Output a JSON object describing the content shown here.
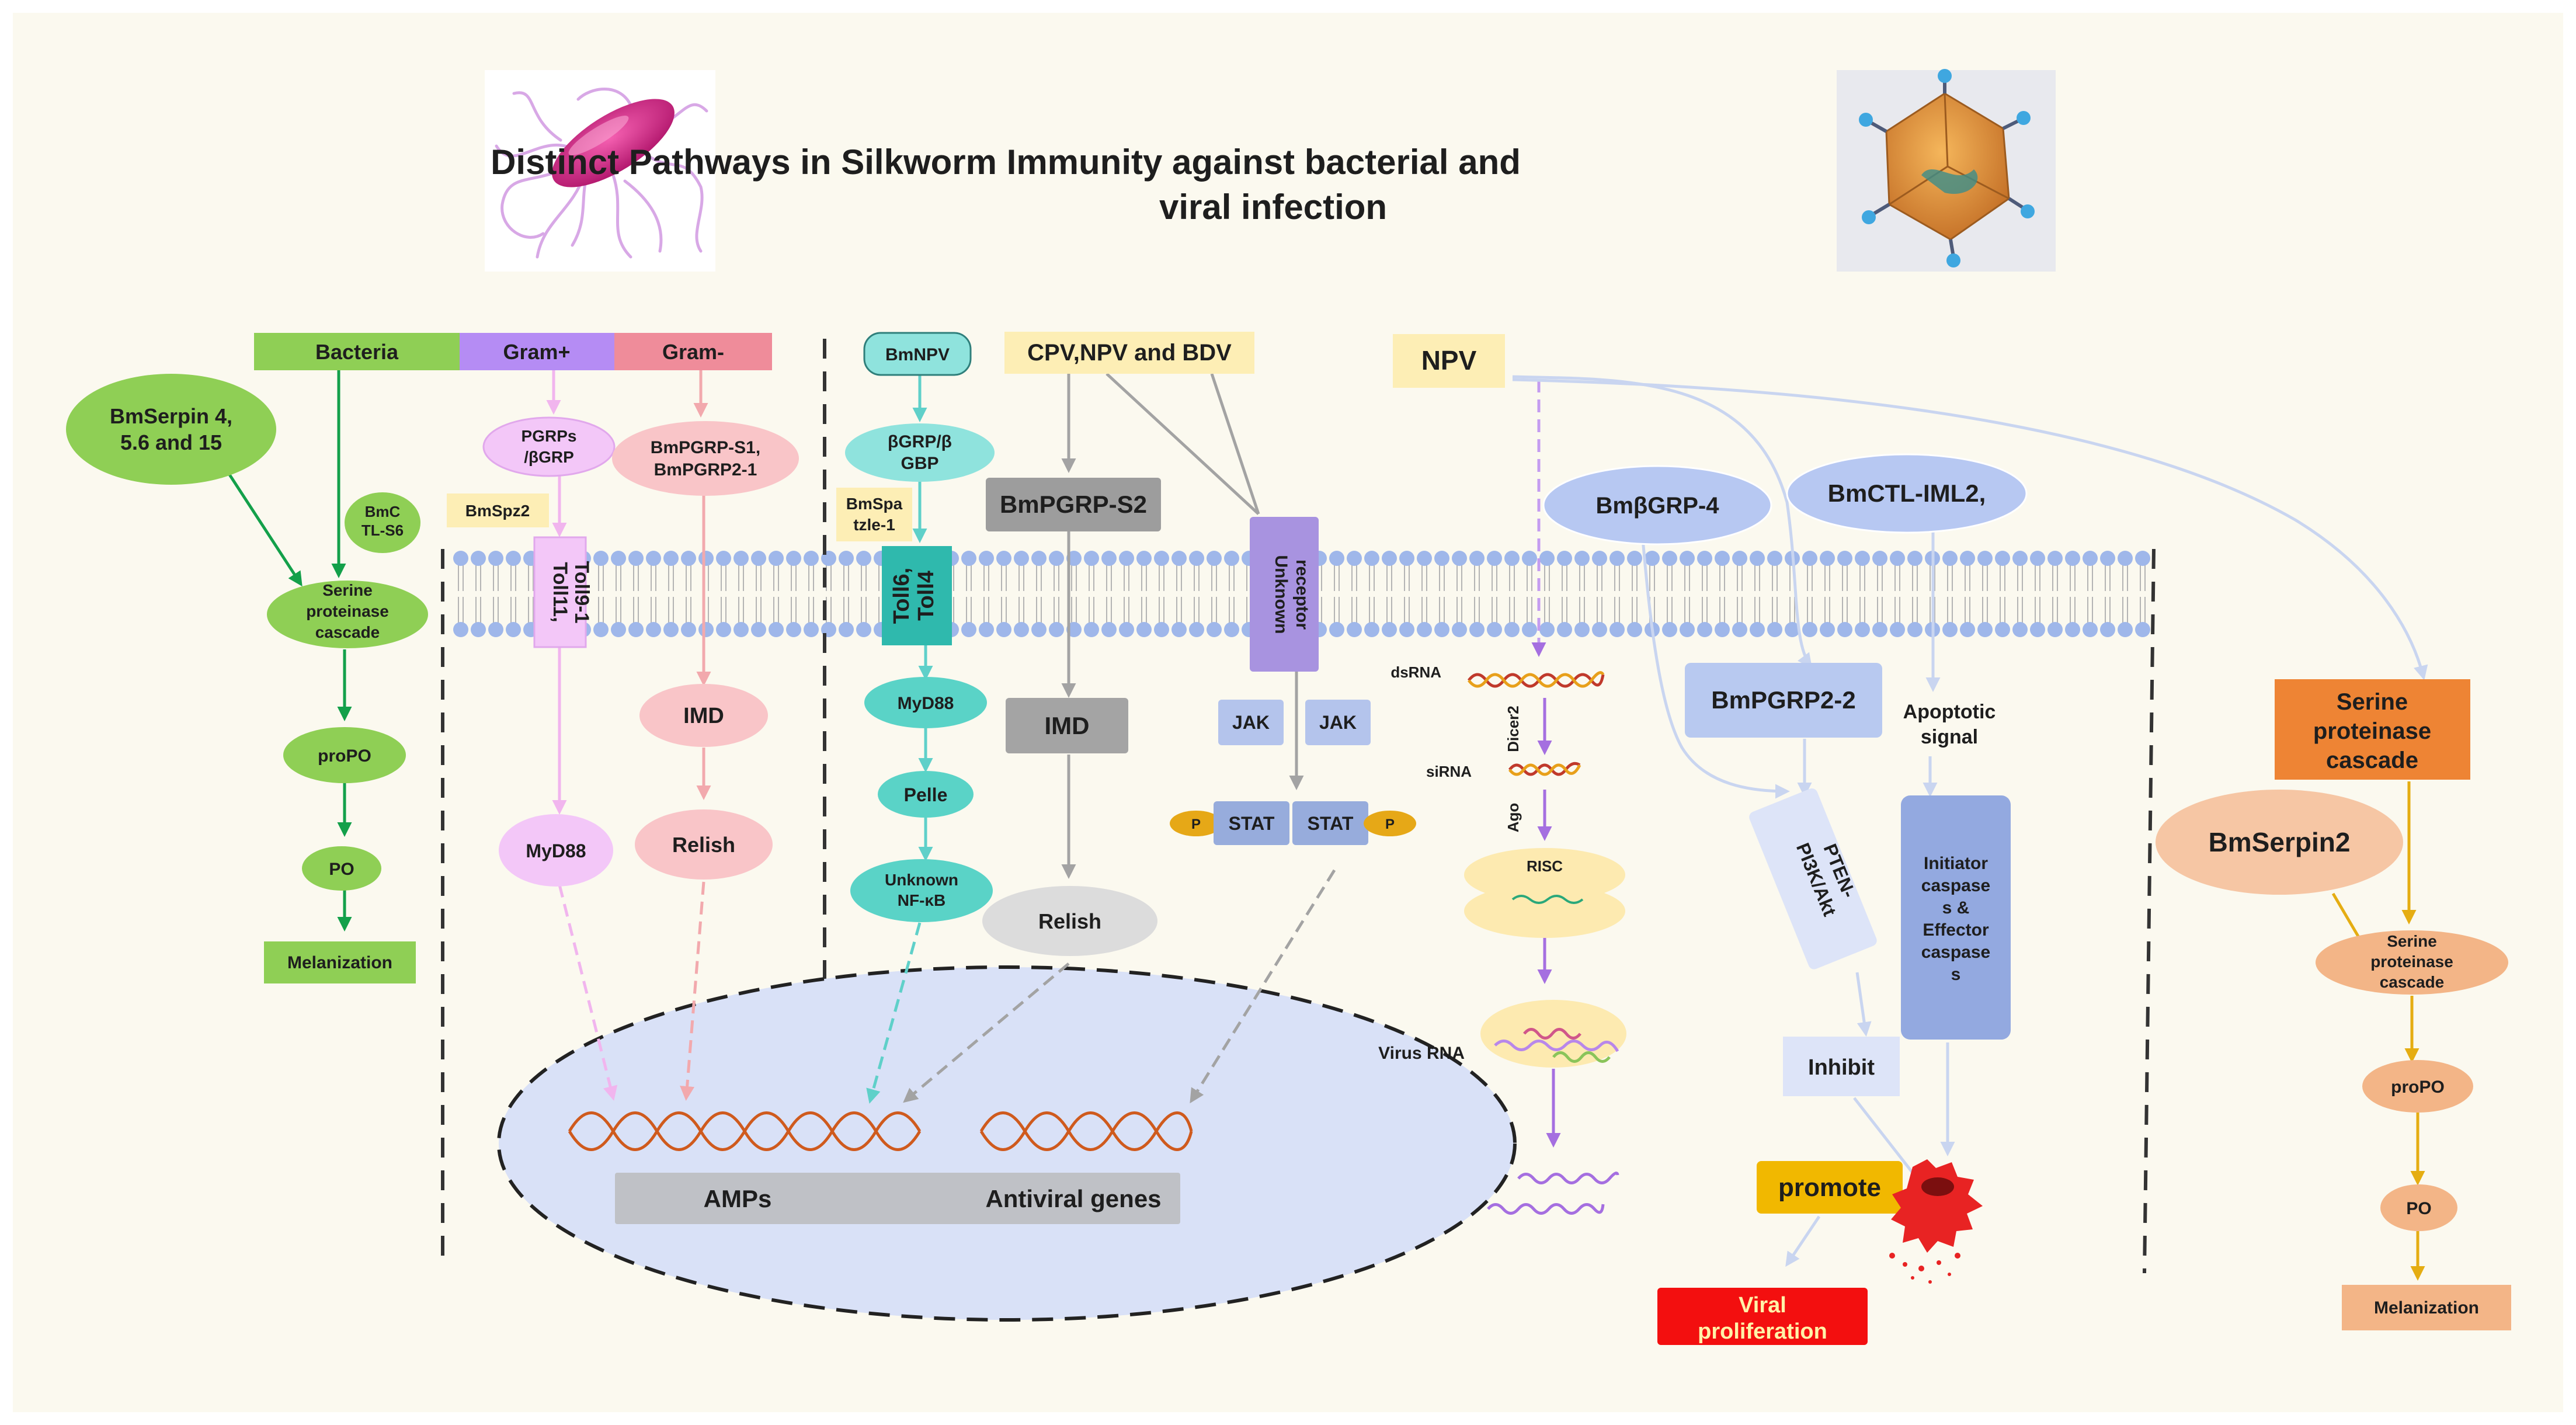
{
  "title": {
    "line1": "Distinct Pathways in Silkworm Immunity against bacterial and",
    "line2": "viral infection"
  },
  "colors": {
    "background": "#fbf9ef",
    "membrane_head": "#9fb7ea",
    "bacteria_green": "#8fcf55",
    "gram_pos_purple": "#b58cf4",
    "gram_neg_pink": "#ef8c9a",
    "toll_teal": "#5ad3c7",
    "imd_grey": "#a4a4a4",
    "receptor_purple": "#a893e0",
    "jak_blue": "#b4c4ec",
    "stat_blue": "#97acdc",
    "p_gold": "#e6a817",
    "pgrp22_blue": "#b8c9f0",
    "caspase_blue": "#93a9e0",
    "serine_orange": "#ee8434",
    "serpin2_peach": "#f6c6a4",
    "melanization_orange": "#f3b587",
    "promote_gold": "#f1b800",
    "viral_red": "#f30f0f",
    "nucleus_blue": "#d9e1f7",
    "gene_helix": "#cf5a1d",
    "bacteria_arrow": "#13a04a",
    "gram_pos_arrow": "#f1b5ee",
    "gram_neg_arrow": "#f2a9ad",
    "toll_arrow": "#5fd0c9",
    "grey_arrow": "#a3a3a3",
    "rna_purple": "#a56fe0",
    "pale_blue_line": "#c9d5f0",
    "serine_arrow": "#e5ad12"
  },
  "images": {
    "bacterium": "bacterium-illustration",
    "virus": "virus-illustration"
  },
  "bacterial": {
    "bacteria": "Bacteria",
    "gram_pos": "Gram+",
    "gram_neg": "Gram-",
    "bmserpin": [
      "BmSerpin 4,",
      "5.6 and 15"
    ],
    "bmctl": [
      "BmC",
      "TL-S6"
    ],
    "serine": [
      "Serine",
      "proteinase",
      "cascade"
    ],
    "propo": "proPO",
    "po": "PO",
    "melanization": "Melanization",
    "pgrps": [
      "PGRPs",
      "/βGRP"
    ],
    "bmspz2": "BmSpz2",
    "toll": [
      "Toll11,",
      "Toll9-1"
    ],
    "myd88": "MyD88",
    "bmpgrp_s1": [
      "BmPGRP-S1,",
      "BmPGRP2-1"
    ],
    "imd": "IMD",
    "relish": "Relish"
  },
  "viral": {
    "bmnpv": "BmNPV",
    "bgrp": [
      "βGRP/β",
      "GBP"
    ],
    "bmspatzle": [
      "BmSpa",
      "tzle-1"
    ],
    "toll": [
      "Toll6,",
      "Toll4"
    ],
    "myd88": "MyD88",
    "pelle": "Pelle",
    "unknown_nfkb": [
      "Unknown",
      "NF-κB"
    ],
    "cpv": "CPV,NPV and BDV",
    "bmpgrp_s2": "BmPGRP-S2",
    "imd": "IMD",
    "relish": "Relish",
    "unknown_receptor": [
      "Unknown",
      "receptor"
    ],
    "jak": "JAK",
    "stat": "STAT",
    "p": "P",
    "npv": "NPV",
    "bmbgrp4": "BmβGRP-4",
    "bmctl_iml2": "BmCTL-IML2,",
    "dsrna": "dsRNA",
    "dicer2": "Dicer2",
    "sirna": "siRNA",
    "ago": "Ago",
    "risc": "RISC",
    "virus_rna": "Virus RNA",
    "bmpgrp22": "BmPGRP2-2",
    "pten": [
      "PTEN-",
      "PI3K/Akt"
    ],
    "apoptotic": [
      "Apoptotic",
      "signal"
    ],
    "caspase": [
      "Initiator",
      "caspase",
      "s &",
      "Effector",
      "caspase",
      "s"
    ],
    "inhibit": "Inhibit",
    "promote": "promote",
    "viral_prolif": [
      "Viral",
      "proliferation"
    ],
    "serine": [
      "Serine",
      "proteinase",
      "cascade"
    ],
    "bmserpin2": "BmSerpin2",
    "serine2": [
      "Serine",
      "proteinase",
      "cascade"
    ],
    "propo": "proPO",
    "po": "PO",
    "melanization": "Melanization"
  },
  "nucleus": {
    "amps": "AMPs",
    "antiviral": "Antiviral genes"
  }
}
